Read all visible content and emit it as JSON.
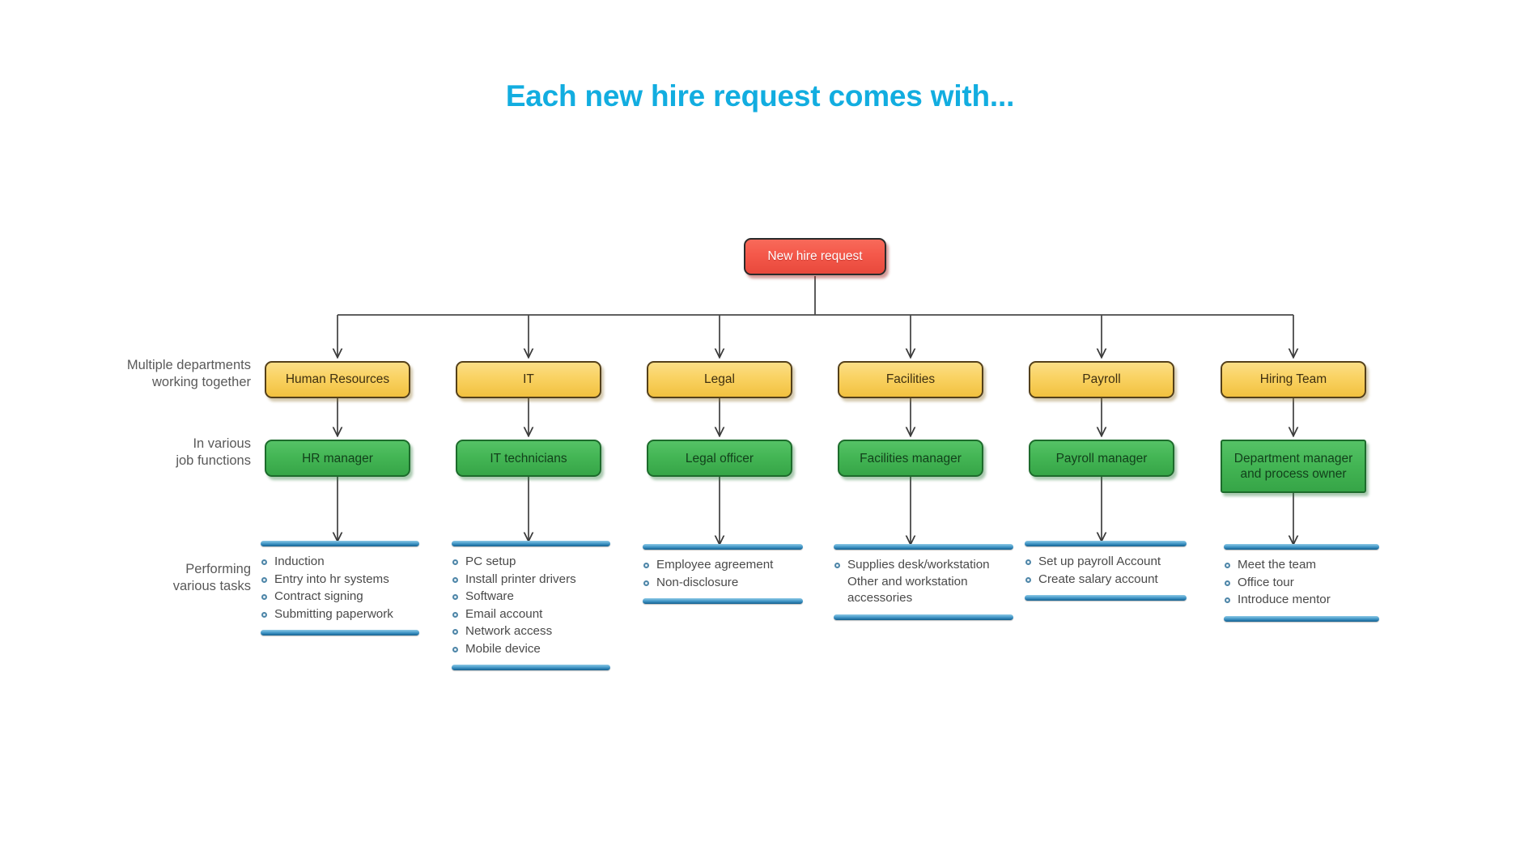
{
  "title": "Each new hire request comes with...",
  "colors": {
    "title": "#12ADE0",
    "root_fill": "#F4584A",
    "dept_fill": "#F9D262",
    "role_fill": "#44B655",
    "task_bar": "#3E93C4",
    "row_label": "#595959"
  },
  "root": {
    "label": "New hire request"
  },
  "row_labels": [
    {
      "line1": "Multiple departments",
      "line2": "working together"
    },
    {
      "line1": "In various",
      "line2": "job functions"
    },
    {
      "line1": "Performing",
      "line2": "various tasks"
    }
  ],
  "columns": [
    {
      "department": "Human Resources",
      "role": "HR manager",
      "tasks": [
        "Induction",
        "Entry into hr systems",
        "Contract signing",
        "Submitting paperwork"
      ]
    },
    {
      "department": "IT",
      "role": "IT technicians",
      "tasks": [
        "PC setup",
        "Install printer drivers",
        "Software",
        "Email account",
        "Network access",
        "Mobile device"
      ]
    },
    {
      "department": "Legal",
      "role": "Legal officer",
      "tasks": [
        "Employee agreement",
        "Non-disclosure"
      ]
    },
    {
      "department": "Facilities",
      "role": "Facilities manager",
      "tasks": [
        "Supplies desk/workstation Other and workstation accessories"
      ]
    },
    {
      "department": "Payroll",
      "role": "Payroll manager",
      "tasks": [
        "Set up payroll Account",
        "Create salary account"
      ]
    },
    {
      "department": "Hiring Team",
      "role": "Department manager and process owner",
      "tasks": [
        "Meet the team",
        "Office tour",
        "Introduce mentor"
      ]
    }
  ]
}
